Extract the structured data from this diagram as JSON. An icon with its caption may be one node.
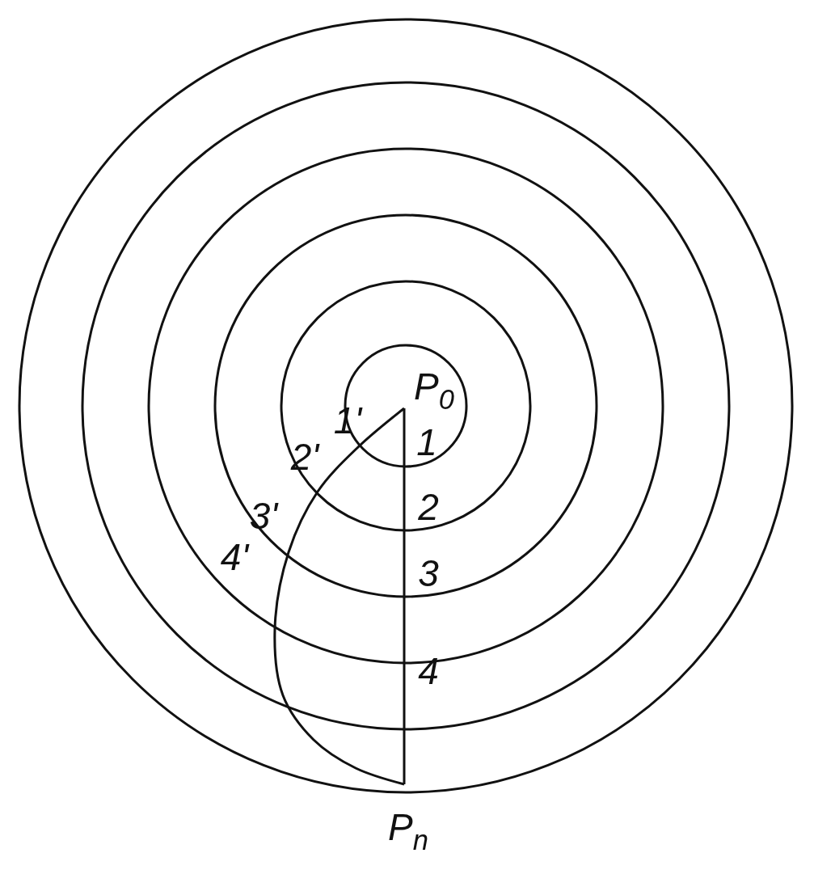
{
  "diagram": {
    "nodes": [
      {
        "text": [
          "P$_{0}$"
        ]
      },
      {
        "text": [
          "P$_{n}$"
        ]
      }
    ],
    "edges": [
      {
        "from": 0,
        "to": 1,
        "arrow": "none"
      },
      {
        "from": 0,
        "to": 1,
        "arrow": "none"
      }
    ],
    "labels": [
      "1'",
      "2'",
      "1",
      "2",
      "3'",
      "3",
      "4'",
      "4"
    ]
  }
}
